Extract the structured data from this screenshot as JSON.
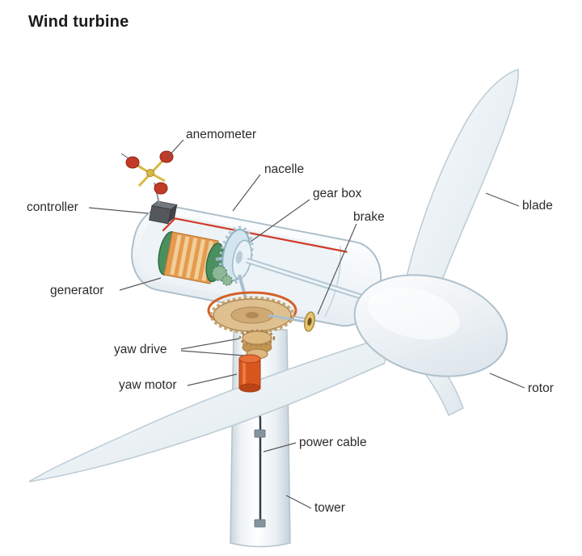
{
  "title": "Wind turbine",
  "labels": {
    "anemometer": "anemometer",
    "nacelle": "nacelle",
    "gear_box": "gear box",
    "brake": "brake",
    "blade": "blade",
    "controller": "controller",
    "generator": "generator",
    "yaw_drive": "yaw drive",
    "yaw_motor": "yaw motor",
    "rotor": "rotor",
    "power_cable": "power cable",
    "tower": "tower"
  },
  "colors": {
    "background": "#ffffff",
    "text": "#2b2b2b",
    "leader_line": "#58595b",
    "nacelle_outline": "#aebfcb",
    "roof_cable_red": "#d03a28",
    "generator_orange": "#e69a4e",
    "generator_green": "#4c8f5f",
    "gearbox_blue": "#d3e5ef",
    "yaw_gear_tan": "#dfc091",
    "yaw_motor_orange": "#d9571f",
    "controller_gray": "#54585d",
    "anemometer_red": "#c23b27",
    "anemometer_yellow": "#d9b844",
    "power_cable_navy": "#31424f"
  }
}
